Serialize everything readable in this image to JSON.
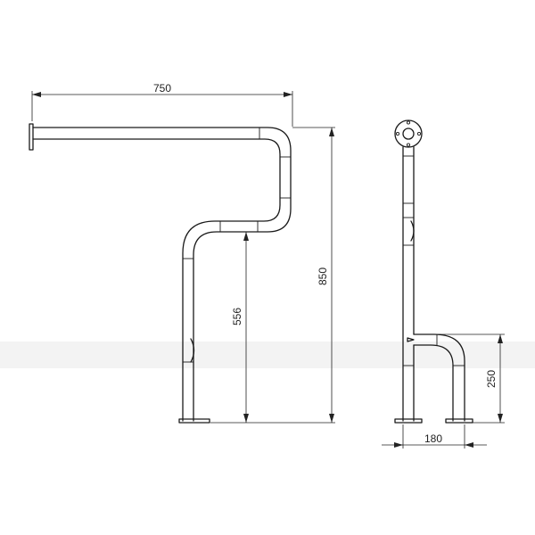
{
  "dimensions": {
    "overall_width": "750",
    "overall_height": "850",
    "lower_height": "556",
    "foot_height": "250",
    "foot_depth": "180"
  }
}
